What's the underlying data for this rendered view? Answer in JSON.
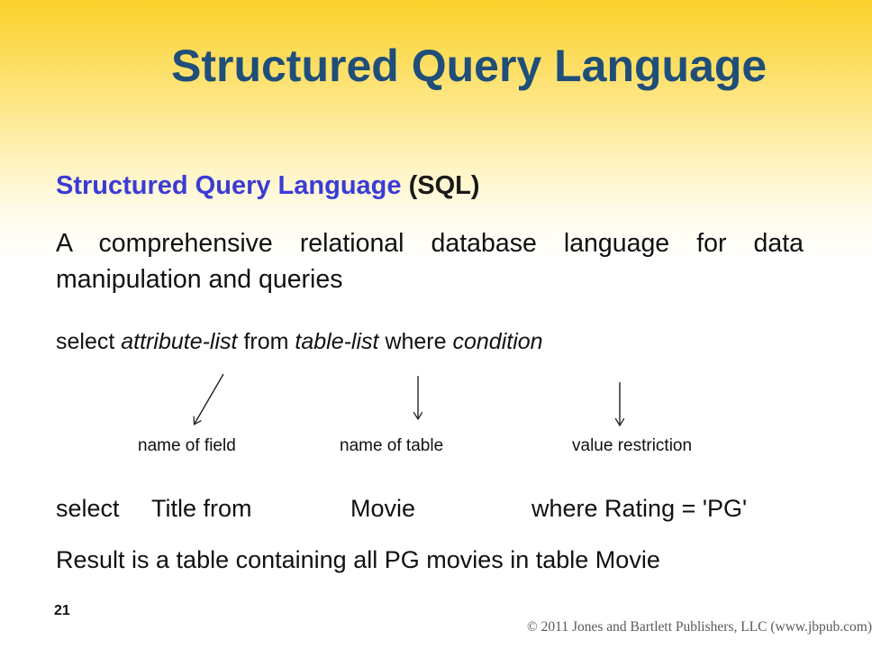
{
  "slide": {
    "title": "Structured Query Language",
    "line1": {
      "term": "Structured Query Language",
      "abbrev": "(SQL)"
    },
    "definition": "A comprehensive relational database language for data manipulation and queries",
    "syntax": {
      "kw_select": "select",
      "attr": "attribute-list",
      "kw_from": "from",
      "table": "table-list",
      "kw_where": "where",
      "cond": "condition"
    },
    "labels": {
      "field": "name of field",
      "table": "name of table",
      "value": "value restriction"
    },
    "example": {
      "select": "select",
      "title_from": "Title from",
      "movie": "Movie",
      "where": "where Rating = 'PG'"
    },
    "result": "Result is a table containing all PG movies in table Movie",
    "slide_number": "21",
    "copyright": "© 2011 Jones and Bartlett Publishers, LLC (www.jbpub.com)"
  },
  "colors": {
    "title": "#1f4e79",
    "term": "#3b3bd6",
    "background_top": "#fbd12a",
    "background_bottom": "#ffffff"
  }
}
